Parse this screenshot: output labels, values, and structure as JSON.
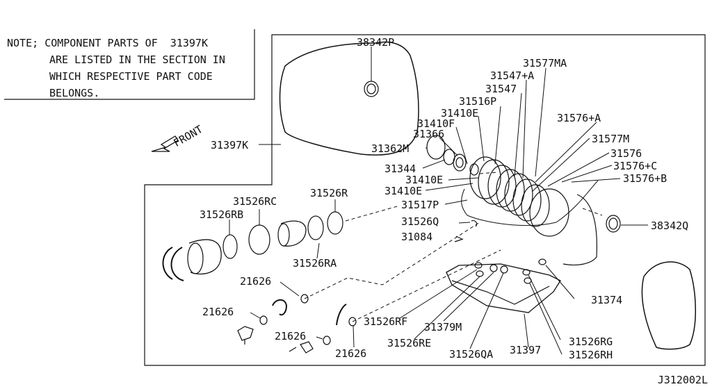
{
  "note": {
    "prefix": "NOTE;",
    "lines": [
      "COMPONENT PARTS OF  31397K",
      "ARE LISTED IN THE SECTION IN",
      "WHICH RESPECTIVE PART CODE",
      "BELONGS."
    ]
  },
  "front_label": "FRONT",
  "drawing_code": "J312002L",
  "parts": {
    "p38342P": "38342P",
    "p31577MA": "31577MA",
    "p31547A": "31547+A",
    "p31547": "31547",
    "p31516P": "31516P",
    "p31410E_a": "31410E",
    "p31410F": "31410F",
    "p31366": "31366",
    "p31362M": "31362M",
    "p31397K": "31397K",
    "p31344": "31344",
    "p31410E_b": "31410E",
    "p31410E_c": "31410E",
    "p31576A": "31576+A",
    "p31577M": "31577M",
    "p31576": "31576",
    "p31576C": "31576+C",
    "p31576B": "31576+B",
    "p31526RC": "31526RC",
    "p31526R": "31526R",
    "p31526RB": "31526RB",
    "p31517P": "31517P",
    "p31526Q": "31526Q",
    "p31084": "31084",
    "p38342Q": "38342Q",
    "p31526RA": "31526RA",
    "p21626_a": "21626",
    "p21626_b": "21626",
    "p21626_c": "21626",
    "p21626_d": "21626",
    "p31374": "31374",
    "p31526RF": "31526RF",
    "p31379M": "31379M",
    "p31526RE": "31526RE",
    "p31526QA": "31526QA",
    "p31397": "31397",
    "p31526RG": "31526RG",
    "p31526RH": "31526RH"
  }
}
